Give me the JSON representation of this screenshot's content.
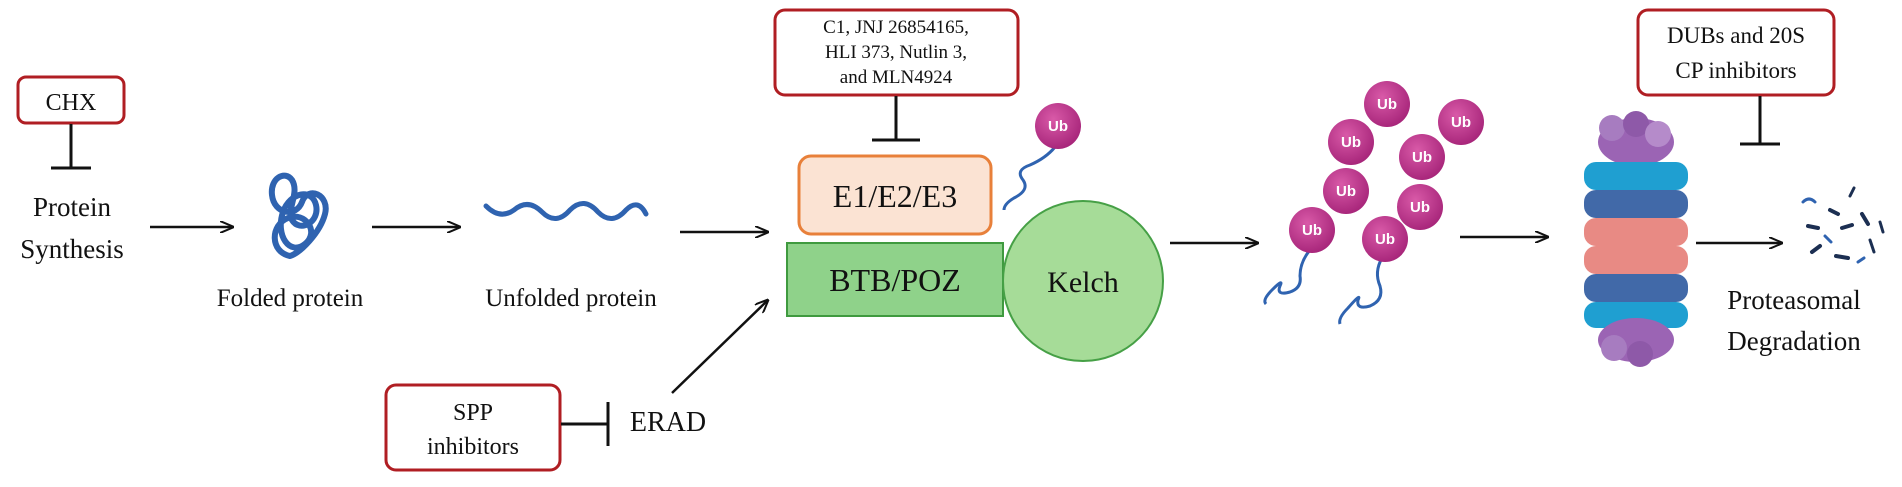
{
  "inhibitors": {
    "chx": "CHX",
    "e_complex_inhibitors": [
      "C1, JNJ 26854165,",
      "HLI 373, Nutlin 3,",
      "and MLN4924"
    ],
    "dub_inhibitors": [
      "DUBs and 20S",
      "CP inhibitors"
    ],
    "spp_inhibitors": [
      "SPP",
      "inhibitors"
    ]
  },
  "labels": {
    "protein_synthesis": [
      "Protein",
      "Synthesis"
    ],
    "folded_protein": "Folded protein",
    "unfolded_protein": "Unfolded protein",
    "e1e2e3": "E1/E2/E3",
    "btb_poz": "BTB/POZ",
    "kelch": "Kelch",
    "erad": "ERAD",
    "ub": "Ub",
    "proteasomal_degradation": [
      "Proteasomal",
      "Degradation"
    ]
  },
  "colors": {
    "inhibitor_border": "#b01e23",
    "e_complex_fill": "#fbe3d3",
    "e_complex_border": "#e8803a",
    "btb_fill": "#8fd28a",
    "btb_border": "#3f9a3f",
    "kelch_fill": "#a6dc98",
    "kelch_border": "#46a046",
    "ubiquitin": "#c7358e",
    "protein_chain": "#2f63b0"
  }
}
